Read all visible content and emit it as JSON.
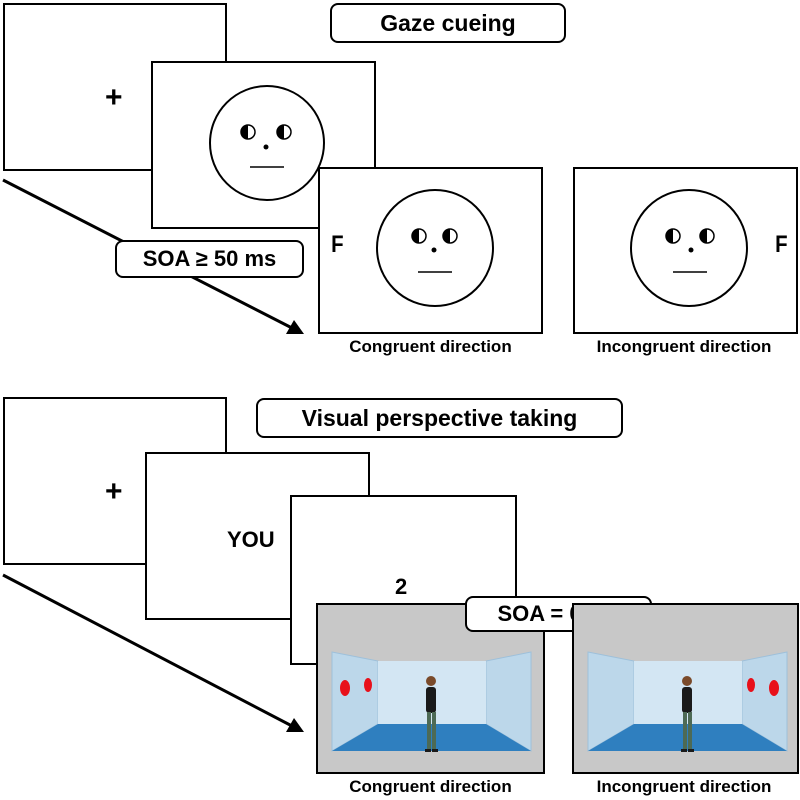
{
  "gaze": {
    "title": "Gaze cueing",
    "fixation": "+",
    "soa_label": "SOA ≥ 50 ms",
    "target_letter_congruent": "F",
    "target_letter_incongruent": "F",
    "caption_congruent": "Congruent direction",
    "caption_incongruent": "Incongruent direction"
  },
  "vpt": {
    "title": "Visual perspective taking",
    "fixation": "+",
    "perspective_cue": "YOU",
    "number_cue": "2",
    "soa_label": "SOA = 0 ms",
    "caption_congruent": "Congruent direction",
    "caption_incongruent": "Incongruent direction"
  },
  "colors": {
    "frame_border": "#000000",
    "room_wall": "#bcd7ea",
    "room_floor": "#2f7fbf",
    "disc": "#e8101a",
    "background_gray": "#c8c8c8"
  }
}
